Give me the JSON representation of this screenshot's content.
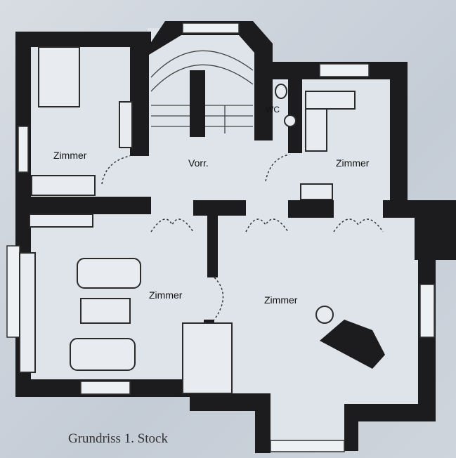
{
  "plan": {
    "caption": "Grundriss 1. Stock",
    "rooms": {
      "room_top_left": "Zimmer",
      "hall": "Vorr.",
      "wc": "WC",
      "room_top_right": "Zimmer",
      "room_bottom_left": "Zimmer",
      "room_bottom_right": "Zimmer"
    }
  }
}
